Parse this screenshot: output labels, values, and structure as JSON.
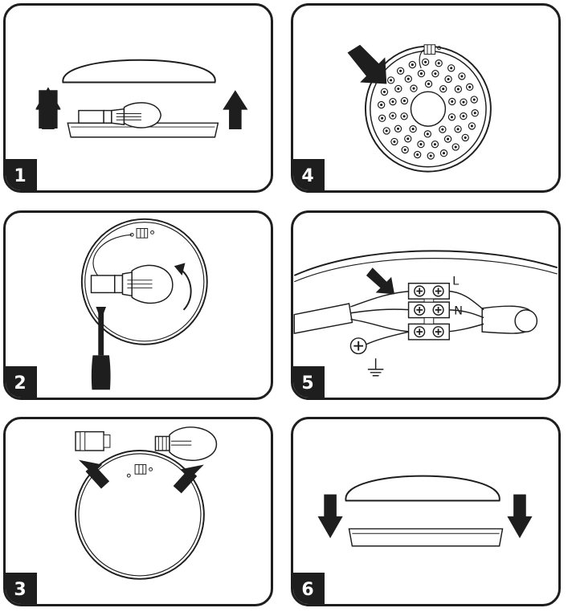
{
  "steps": [
    {
      "number": "1"
    },
    {
      "number": "2"
    },
    {
      "number": "3"
    },
    {
      "number": "4"
    },
    {
      "number": "5",
      "terminal_labels": {
        "live": "L",
        "neutral": "N"
      }
    },
    {
      "number": "6"
    }
  ],
  "colors": {
    "stroke": "#1e1e1e",
    "fill": "#ffffff"
  }
}
